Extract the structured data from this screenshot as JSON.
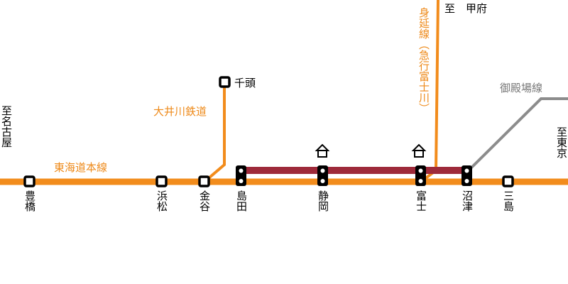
{
  "colors": {
    "tokaido": "#f28c1c",
    "oigawa": "#f28c1c",
    "minobu": "#f28c1c",
    "gotemba": "#8c8c8c",
    "highlight": "#9e2a3a",
    "label_orange": "#ee8a1a",
    "label_gray": "#777777",
    "text": "#000000"
  },
  "lines": {
    "tokaido": "東海道本線",
    "oigawa": "大井川鉄道",
    "minobu": "身延線（急行富士川）",
    "gotemba": "御殿場線"
  },
  "terminals": {
    "west": "至名古屋",
    "east": "至東京",
    "kofu": "至　甲府"
  },
  "stations": {
    "toyohashi": "豊橋",
    "hamamatsu": "浜松",
    "kanaya": "金谷",
    "shimada": "島田",
    "shizuoka": "静岡",
    "fuji": "富士",
    "numazu": "沼津",
    "mishima": "三島",
    "senzu": "千頭"
  },
  "icons": {
    "depot": "house-icon",
    "station": "station-marker-icon"
  }
}
